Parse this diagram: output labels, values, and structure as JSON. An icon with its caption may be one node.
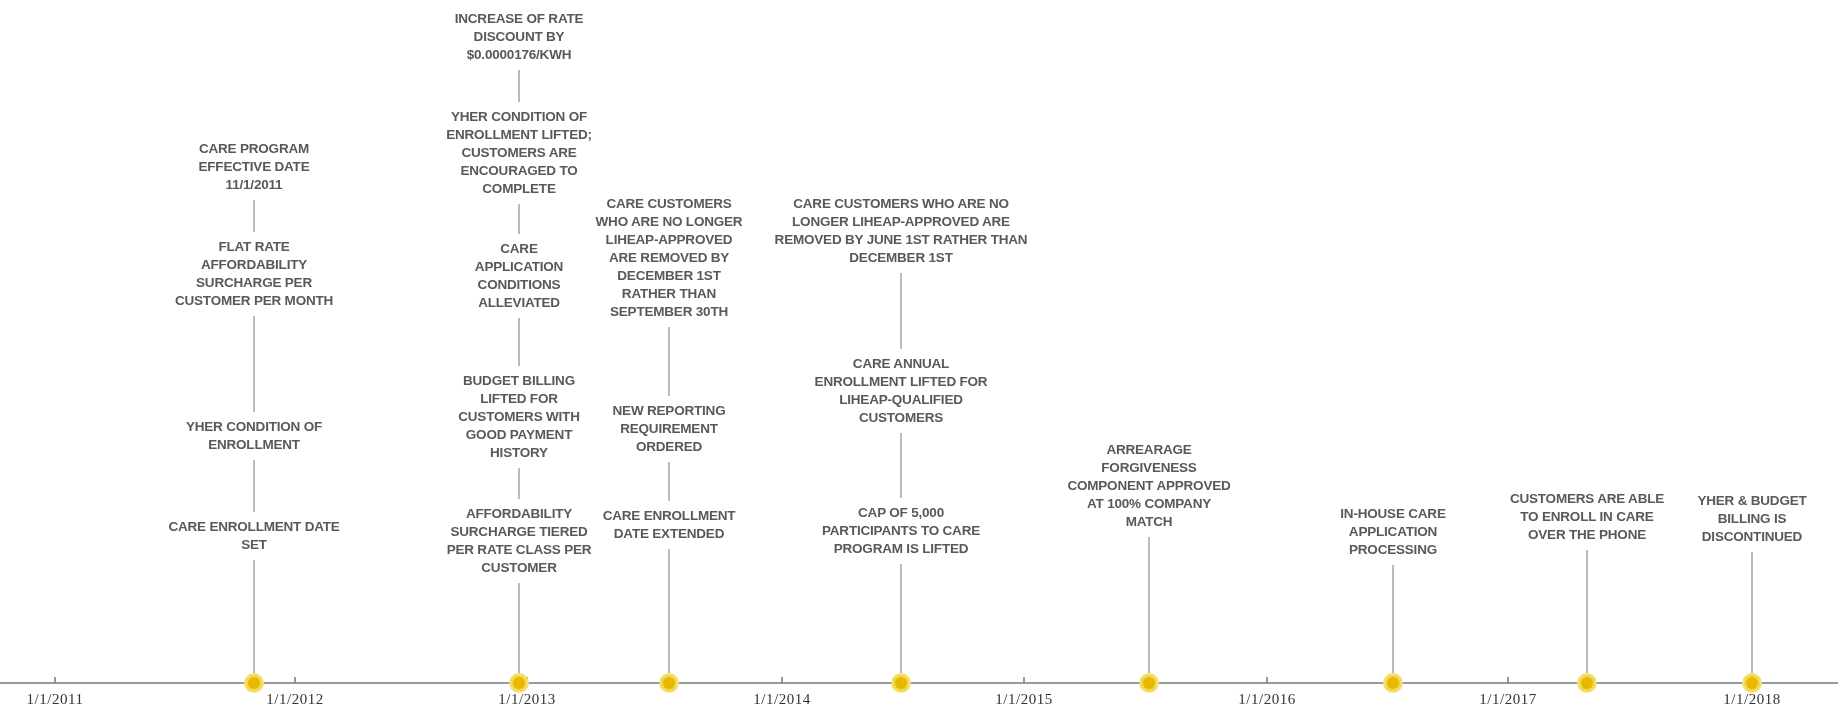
{
  "diagram": {
    "nodes": [
      {
        "text": [
          "CARE PROGRAM EFFECTIVE DATE 11/1/2011"
        ]
      },
      {
        "text": [
          "FLAT RATE AFFORDABILITY SURCHARGE PER CUSTOMER PER MONTH"
        ]
      },
      {
        "text": [
          "YHER CONDITION OF ENROLLMENT"
        ]
      },
      {
        "text": [
          "CARE ENROLLMENT DATE SET"
        ]
      },
      {
        "text": [
          "INCREASE OF RATE DISCOUNT BY $0.0000176/KWH"
        ]
      },
      {
        "text": [
          "YHER CONDITION OF ENROLLMENT LIFTED; CUSTOMERS ARE ENCOURAGED TO COMPLETE"
        ]
      },
      {
        "text": [
          "CARE APPLICATION CONDITIONS ALLEVIATED"
        ]
      },
      {
        "text": [
          "BUDGET BILLING LIFTED FOR CUSTOMERS WITH GOOD PAYMENT HISTORY"
        ]
      },
      {
        "text": [
          "AFFORDABILITY SURCHARGE TIERED PER RATE CLASS PER CUSTOMER"
        ]
      },
      {
        "text": [
          "CARE CUSTOMERS WHO ARE NO LONGER LIHEAP-APPROVED ARE REMOVED BY DECEMBER 1ST RATHER THAN SEPTEMBER 30TH"
        ]
      },
      {
        "text": [
          "NEW REPORTING REQUIREMENT ORDERED"
        ]
      },
      {
        "text": [
          "CARE ENROLLMENT DATE EXTENDED"
        ]
      },
      {
        "text": [
          "CARE CUSTOMERS WHO ARE NO LONGER LIHEAP-APPROVED ARE REMOVED BY JUNE 1ST RATHER THAN DECEMBER 1ST"
        ]
      },
      {
        "text": [
          "CARE ANNUAL ENROLLMENT LIFTED FOR LIHEAP-QUALIFIED CUSTOMERS"
        ]
      },
      {
        "text": [
          "CAP OF 5,000 PARTICIPANTS TO CARE PROGRAM IS LIFTED"
        ]
      },
      {
        "text": [
          "ARREARAGE FORGIVENESS COMPONENT APPROVED AT 100% COMPANY MATCH"
        ]
      },
      {
        "text": [
          "IN-HOUSE CARE APPLICATION PROCESSING"
        ]
      },
      {
        "text": [
          "CUSTOMERS ARE ABLE TO ENROLL IN CARE OVER THE PHONE"
        ]
      },
      {
        "text": [
          "YHER & BUDGET BILLING IS DISCONTINUED"
        ]
      },
      {
        "text": [],
        "shape": "circle"
      },
      {
        "text": [],
        "shape": "circle"
      },
      {
        "text": [],
        "shape": "circle"
      },
      {
        "text": [],
        "shape": "circle"
      },
      {
        "text": [],
        "shape": "circle"
      },
      {
        "text": [],
        "shape": "circle"
      },
      {
        "text": [],
        "shape": "circle"
      },
      {
        "text": [],
        "shape": "circle"
      }
    ],
    "edges": [
      {
        "from": 0,
        "to": 1,
        "arrow": "none"
      },
      {
        "from": 1,
        "to": 2,
        "arrow": "none"
      },
      {
        "from": 2,
        "to": 3,
        "arrow": "none"
      },
      {
        "from": 3,
        "to": 19,
        "arrow": "none"
      },
      {
        "from": 4,
        "to": 5,
        "arrow": "none"
      },
      {
        "from": 5,
        "to": 6,
        "arrow": "none"
      },
      {
        "from": 6,
        "to": 7,
        "arrow": "none"
      },
      {
        "from": 7,
        "to": 8,
        "arrow": "none"
      },
      {
        "from": 8,
        "to": 20,
        "arrow": "none"
      },
      {
        "from": 9,
        "to": 10,
        "arrow": "none"
      },
      {
        "from": 10,
        "to": 11,
        "arrow": "none"
      },
      {
        "from": 11,
        "to": 21,
        "arrow": "none"
      },
      {
        "from": 12,
        "to": 13,
        "arrow": "none"
      },
      {
        "from": 13,
        "to": 14,
        "arrow": "none"
      },
      {
        "from": 14,
        "to": 22,
        "arrow": "none"
      },
      {
        "from": 15,
        "to": 23,
        "arrow": "none"
      },
      {
        "from": 16,
        "to": 24,
        "arrow": "none"
      },
      {
        "from": 17,
        "to": 25,
        "arrow": "none"
      },
      {
        "from": 18,
        "to": 26,
        "arrow": "none"
      }
    ],
    "labels": [
      "1/1/2011",
      "1/1/2012",
      "1/1/2013",
      "1/1/2014",
      "1/1/2015",
      "1/1/2016",
      "1/1/2017",
      "1/1/2018"
    ]
  }
}
